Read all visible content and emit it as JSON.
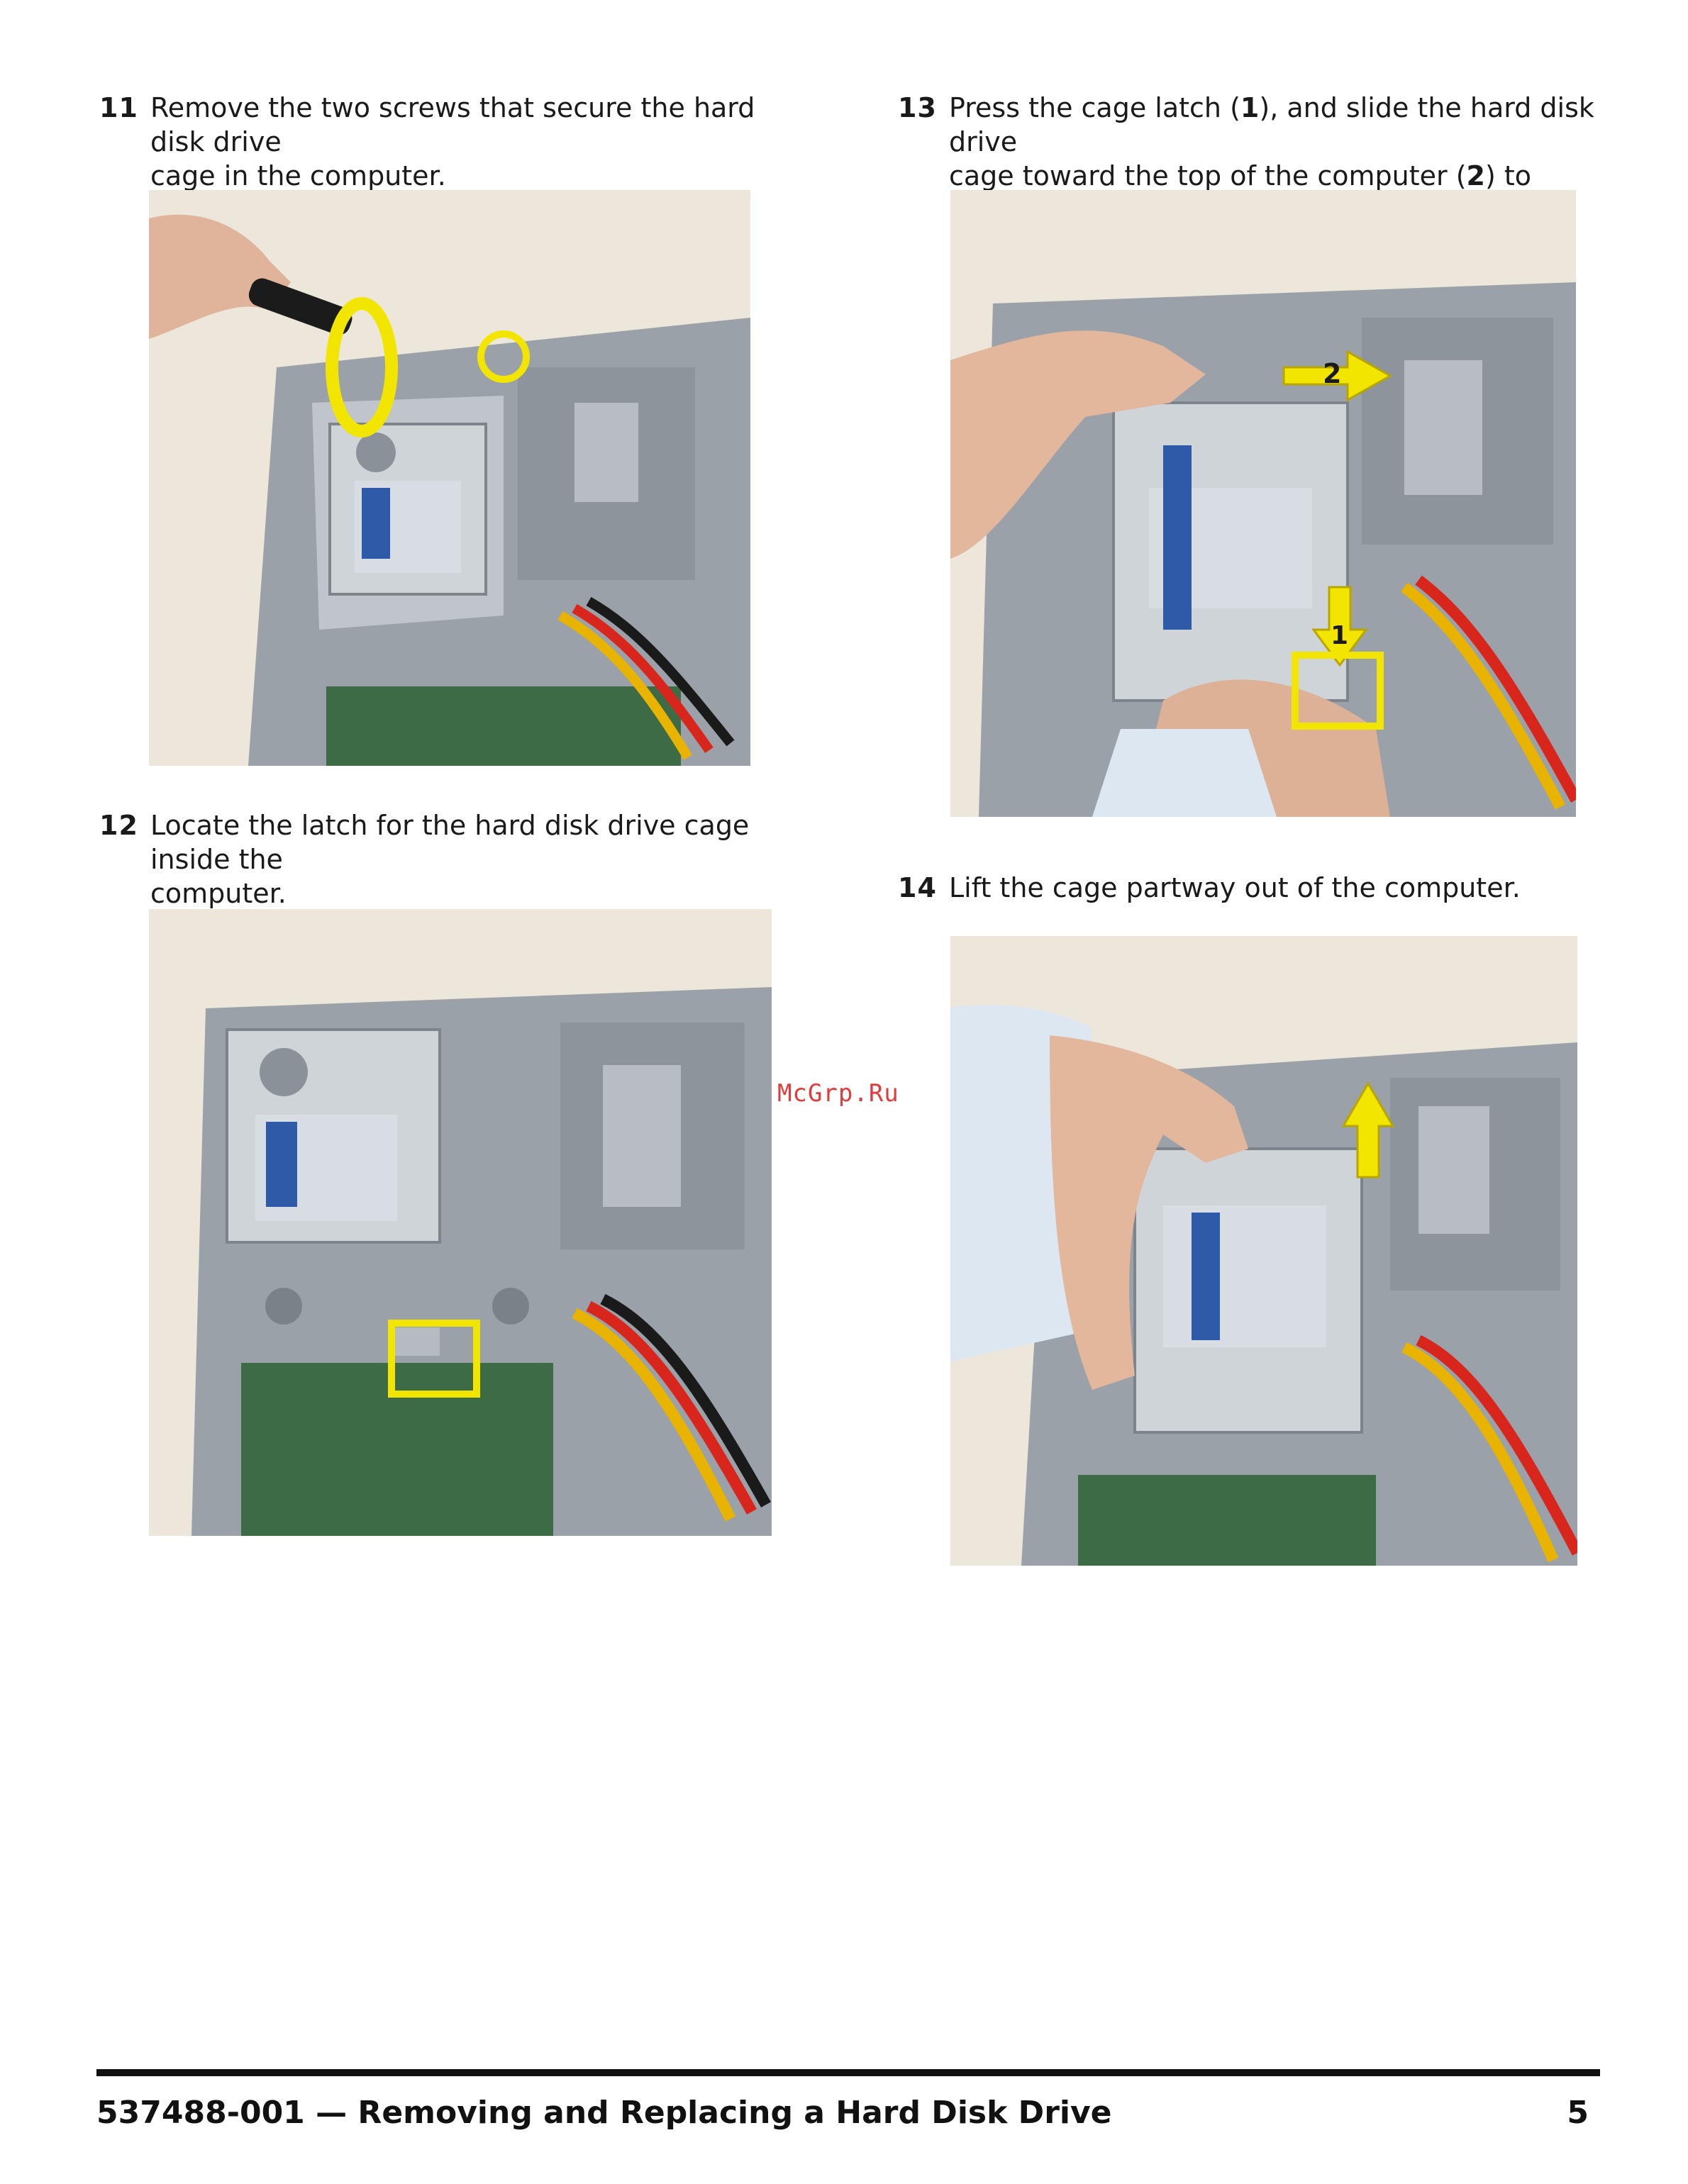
{
  "steps": [
    {
      "number": "11",
      "lines": [
        "Remove the two screws that secure the hard disk drive",
        "cage in the computer."
      ],
      "image": "hand-unscrewing-cage-screw"
    },
    {
      "number": "12",
      "lines": [
        "Locate the latch for the hard disk drive cage inside the",
        "computer."
      ],
      "image": "cage-latch-highlighted"
    },
    {
      "number": "13",
      "lines_rich": [
        [
          "Press the cage latch (",
          "1",
          "), and slide the hard disk drive"
        ],
        [
          "cage toward the top of the computer (",
          "2",
          ") to release it."
        ]
      ],
      "image": "press-latch-slide-cage",
      "callouts": [
        "1",
        "2"
      ]
    },
    {
      "number": "14",
      "lines": [
        "Lift the cage partway out of the computer."
      ],
      "image": "lift-cage-out"
    }
  ],
  "watermark": "McGrp.Ru",
  "footer": {
    "title": "537488-001 — Removing and Replacing a Hard Disk Drive",
    "page": "5"
  },
  "colors": {
    "highlight": "#f2e600",
    "chassis": "#a6adb4",
    "wall": "#ece6db"
  }
}
